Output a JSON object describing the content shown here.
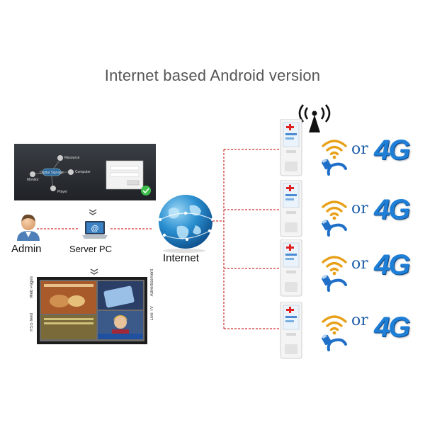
{
  "title": "Internet based Android version",
  "labels": {
    "admin": "Admin",
    "server_pc": "Server PC",
    "internet": "Internet"
  },
  "software_panel": {
    "center_node": "Digital Signage",
    "nodes": [
      "Resource",
      "Computer",
      "Monitor",
      "Player"
    ]
  },
  "display_sides": {
    "left_top": "Web Pages",
    "left_bottom": "RSS feed",
    "right_top": "Advertisement",
    "right_bottom": "Live TV"
  },
  "connections": [
    {
      "or_label": "or",
      "network": "4G"
    },
    {
      "or_label": "or",
      "network": "4G"
    },
    {
      "or_label": "or",
      "network": "4G"
    },
    {
      "or_label": "or",
      "network": "4G"
    }
  ],
  "colors": {
    "line_red": "#d03030",
    "wifi_orange": "#e8a018",
    "cable_blue": "#1f6fc8",
    "globe_blue": "#2a8fd0",
    "net_4g_blue": "#1f7fd6"
  },
  "icons": [
    "antenna-icon",
    "user-icon",
    "laptop-icon",
    "globe-icon",
    "wifi-icon",
    "ethernet-cable-icon",
    "kiosk-icon"
  ]
}
